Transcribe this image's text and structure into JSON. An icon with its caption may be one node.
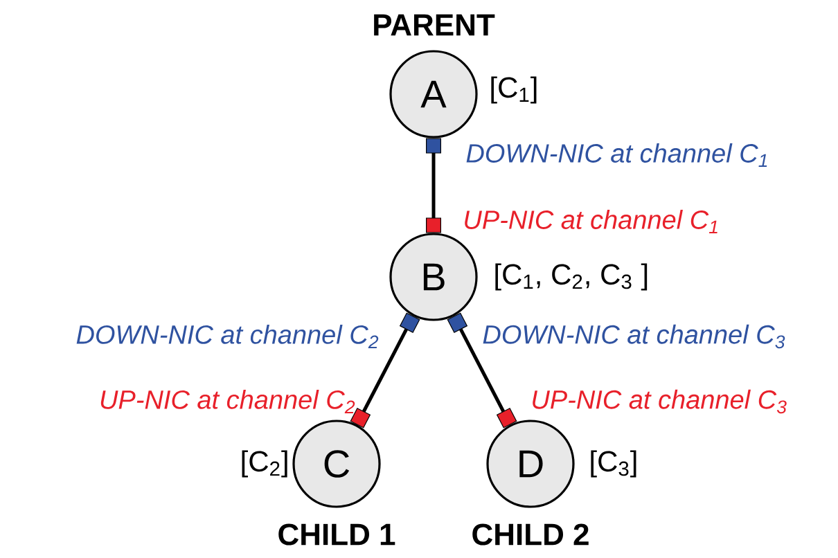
{
  "diagram": {
    "nodes": [
      {
        "text": [
          "A"
        ],
        "beside": [
          "PARENT",
          "[C$_{1}$]"
        ]
      },
      {
        "text": [
          "B"
        ],
        "beside": [
          "[C$_{1}$, C$_{2}$, C$_{3}$ ]"
        ]
      },
      {
        "text": [
          "C"
        ],
        "beside": [
          "[C$_{2}$]",
          "CHILD 1"
        ]
      },
      {
        "text": [
          "D"
        ],
        "beside": [
          "[C$_{3}$]",
          "CHILD 2"
        ]
      }
    ],
    "edges": [
      {
        "from": 0,
        "to": 1,
        "arrow": "other"
      },
      {
        "from": 1,
        "to": 2,
        "arrow": "other"
      },
      {
        "from": 1,
        "to": 3,
        "arrow": "other"
      }
    ],
    "labels": [
      "DOWN-NIC at channel C$_{1}$",
      "UP-NIC at channel C$_{1}$",
      "DOWN-NIC at channel C$_{2}$",
      "DOWN-NIC at channel C$_{3}$",
      "UP-NIC at channel C$_{2}$",
      "UP-NIC at channel C$_{3}$"
    ]
  }
}
